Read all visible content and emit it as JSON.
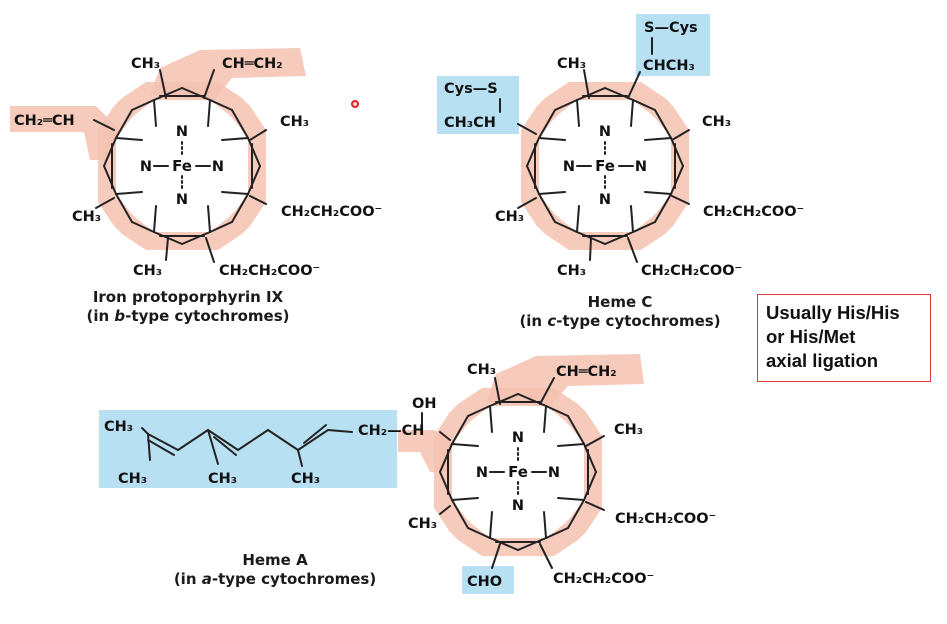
{
  "colors": {
    "conjugation_highlight": "#f5c2b0",
    "substituent_highlight": "#b8e0f3",
    "note_border": "#e0393c",
    "pointer": "#e02424"
  },
  "molecules": {
    "heme_b": {
      "caption_line1": "Iron protoporphyrin IX",
      "caption_line2_pre": "(in ",
      "caption_line2_em": "b",
      "caption_line2_post": "-type cytochromes)",
      "labels": {
        "ch3_top": "CH₃",
        "vinyl_top": "CH═CH₂",
        "vinyl_left": "CH₂═CH",
        "ch3_right": "CH₃",
        "ch3_left": "CH₃",
        "prop_right": "CH₂CH₂COO⁻",
        "ch3_bottom": "CH₃",
        "prop_bottom": "CH₂CH₂COO⁻"
      }
    },
    "heme_c": {
      "caption_line1": "Heme C",
      "caption_line2_pre": "(in ",
      "caption_line2_em": "c",
      "caption_line2_post": "-type cytochromes)",
      "labels": {
        "scys_top": "S—Cys",
        "chch3_top": "CHCH₃",
        "cyss_left": "Cys—S",
        "ch3ch_left": "CH₃CH",
        "ch3_top": "CH₃",
        "ch3_right": "CH₃",
        "ch3_left": "CH₃",
        "prop_right": "CH₂CH₂COO⁻",
        "ch3_bottom": "CH₃",
        "prop_bottom": "CH₂CH₂COO⁻"
      }
    },
    "heme_a": {
      "caption_line1": "Heme A",
      "caption_line2_pre": "(in ",
      "caption_line2_em": "a",
      "caption_line2_post": "-type cytochromes)",
      "labels": {
        "ch3_top": "CH₃",
        "vinyl_top": "CH═CH₂",
        "ch3_right": "CH₃",
        "ch3_left": "CH₃",
        "prop_right": "CH₂CH₂COO⁻",
        "cho": "CHO",
        "prop_bottom": "CH₂CH₂COO⁻",
        "oh": "OH",
        "ch2ch": "CH₂—CH",
        "tail_ch3_1": "CH₃",
        "tail_ch3_2": "CH₃",
        "tail_ch3_3": "CH₃",
        "tail_ch3_4": "CH₃"
      }
    }
  },
  "core": {
    "iron": "Fe",
    "nitrogen": "N"
  },
  "note": {
    "line1": "Usually His/His",
    "line2": "or His/Met",
    "line3": "axial ligation"
  }
}
